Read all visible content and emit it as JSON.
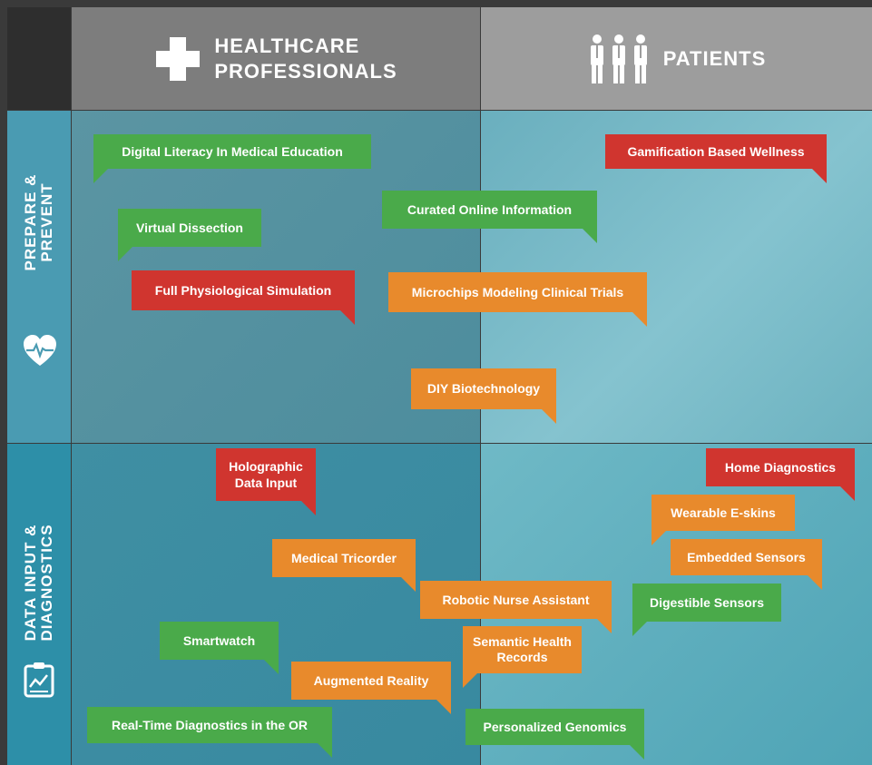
{
  "columns": {
    "healthcare": {
      "title_line1": "HEALTHCARE",
      "title_line2": "PROFESSIONALS",
      "icon": "plus-cross-icon"
    },
    "patients": {
      "title": "PATIENTS",
      "icon": "people-icon"
    }
  },
  "rows": {
    "prepare": {
      "title_line1": "PREPARE &",
      "title_line2": "PREVENT",
      "icon": "heart-pulse-icon"
    },
    "data": {
      "title_line1": "DATA INPUT &",
      "title_line2": "DIAGNOSTICS",
      "icon": "clipboard-chart-icon"
    }
  },
  "colors": {
    "green": "#4aaa4a",
    "red": "#d0352f",
    "orange": "#e88a2c"
  },
  "tags": [
    {
      "label": "Digital Literacy In Medical Education",
      "color": "green"
    },
    {
      "label": "Gamification Based Wellness",
      "color": "red"
    },
    {
      "label": "Curated Online Information",
      "color": "green"
    },
    {
      "label": "Virtual Dissection",
      "color": "green"
    },
    {
      "label": "Full Physiological Simulation",
      "color": "red"
    },
    {
      "label": "Microchips Modeling Clinical Trials",
      "color": "orange"
    },
    {
      "label": "DIY Biotechnology",
      "color": "orange"
    },
    {
      "label": "Holographic Data Input",
      "color": "red"
    },
    {
      "label": "Home Diagnostics",
      "color": "red"
    },
    {
      "label": "Wearable E-skins",
      "color": "orange"
    },
    {
      "label": "Medical Tricorder",
      "color": "orange"
    },
    {
      "label": "Embedded Sensors",
      "color": "orange"
    },
    {
      "label": "Robotic Nurse Assistant",
      "color": "orange"
    },
    {
      "label": "Digestible Sensors",
      "color": "green"
    },
    {
      "label": "Smartwatch",
      "color": "green"
    },
    {
      "label": "Semantic Health Records",
      "color": "orange"
    },
    {
      "label": "Augmented Reality",
      "color": "orange"
    },
    {
      "label": "Real-Time Diagnostics in the OR",
      "color": "green"
    },
    {
      "label": "Personalized Genomics",
      "color": "green"
    }
  ]
}
